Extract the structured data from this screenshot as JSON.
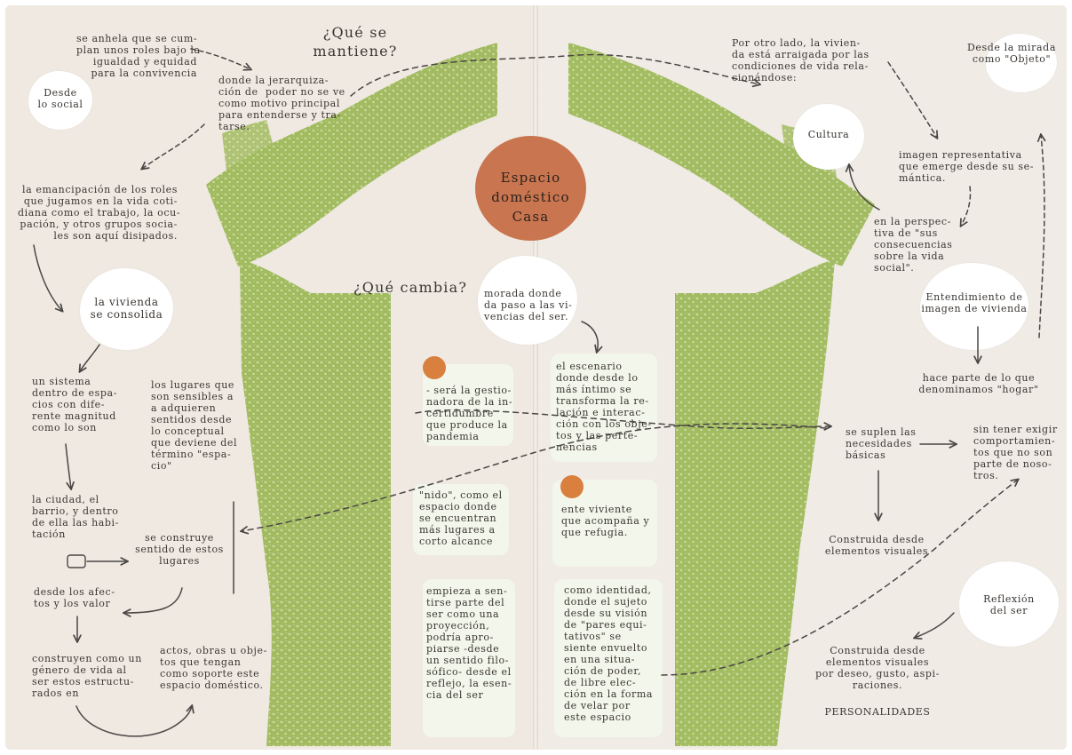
{
  "colors": {
    "paper": "#efe9e2",
    "foliage": "#9bb552",
    "accent_circle": "#c9754f",
    "dot": "#d9803e",
    "ink": "#3a3632",
    "arrow": "#4a4644"
  },
  "headings": {
    "que_se_mantiene": "¿Qué se\nmantiene?",
    "que_cambia": "¿Qué cambia?"
  },
  "center": {
    "title": "Espacio\ndoméstico\nCasa"
  },
  "left": {
    "roles_text": "se anhela que se cum-\nplan unos roles bajo la\nigualdad y equidad\npara la convivencia",
    "desde_lo_social": "Desde\nlo social",
    "jerarquizacion": "donde la jerarquiza-\nción de  poder no se ve\ncomo motivo principal\npara entenderse y tra-\ntarse.",
    "emancipacion": "la emancipación de los roles\nque jugamos en la vida coti-\ndiana como el trabajo, la ocu-\npación, y otros grupos socia-\nles son aquí disipados.",
    "vivienda_consolida": "la vivienda\nse consolida",
    "sistema": "un sistema\ndentro de espa-\ncios con dife-\nrente magnitud\ncomo lo son",
    "lugares_sensibles": "los lugares que\nson sensibles a\na adquieren\nsentidos desde\nlo conceptual\nque deviene del\ntérmino \"espa-\ncio\"",
    "ciudad": "la ciudad, el\nbarrio, y dentro\nde ella las habi-\ntación",
    "se_construye": "se construye\nsentido de estos\nlugares",
    "afectos": "desde los afec-\ntos y los valor",
    "construyen": "construyen como un\ngénero de vida al\nser estos estructu-\nrados en",
    "actos": "actos, obras u obje-\ntos que tengan\ncomo soporte este\nespacio doméstico.",
    "gestionadora": "- será la gestio-\nnadora de la in-\ncertidumbre\nque produce la\npandemia",
    "nido": "\"nido\", como el\nespacio donde\nse encuentran\nmás lugares a\ncorto alcance",
    "empieza": "empieza a sen-\ntirse parte del\nser como una\nproyección,\npodría apro-\npiarse -desde\nun sentido filo-\nsófico- desde el\nreflejo, la esen-\ncia del ser"
  },
  "right": {
    "por_otro_lado": "Por otro lado, la vivien-\nda está arraigada por las\ncondiciones de vida rela-\ncionándose:",
    "desde_la_mirada": "Desde la mirada\ncomo \"Objeto\"",
    "cultura": "Cultura",
    "imagen_representativa": "imagen representativa\nque emerge desde su se-\nmántica.",
    "perspectiva": "en la perspec-\ntiva de \"sus\nconsecuencias\nsobre la vida\nsocial\".",
    "entendimiento": "Entendimiento de\nimagen de vivienda",
    "morada": "morada donde\nda paso a las vi-\nvencias del ser.",
    "hogar": "hace parte de lo que\ndenominamos \"hogar\"",
    "escenario": "el escenario\ndonde desde lo\nmás íntimo se\ntransforma la re-\nlación e interac-\nción con los obje-\ntos y las perte-\nnencias",
    "se_suplen": "se suplen las\nnecesidades\nbásicas",
    "sin_tener": "sin tener exigir\ncomportamien-\ntos que no son\nparte de noso-\ntros.",
    "ente_viviente": "ente viviente\nque acompaña y\nque refugia.",
    "construida_visuales": "Construida desde\nelementos visuales",
    "reflexion": "Reflexión\ndel ser",
    "identidad": "como identidad,\ndonde el sujeto\ndesde su visión\nde \"pares equi-\ntativos\" se\nsiente envuelto\nen una situa-\nción de poder,\nde libre elec-\nción en la forma\nde velar por\neste espacio",
    "construida_deseo": "Construida desde\nelementos visuales\npor deseo, gusto, aspi-\nraciones.",
    "personalidades": "PERSONALIDADES"
  }
}
